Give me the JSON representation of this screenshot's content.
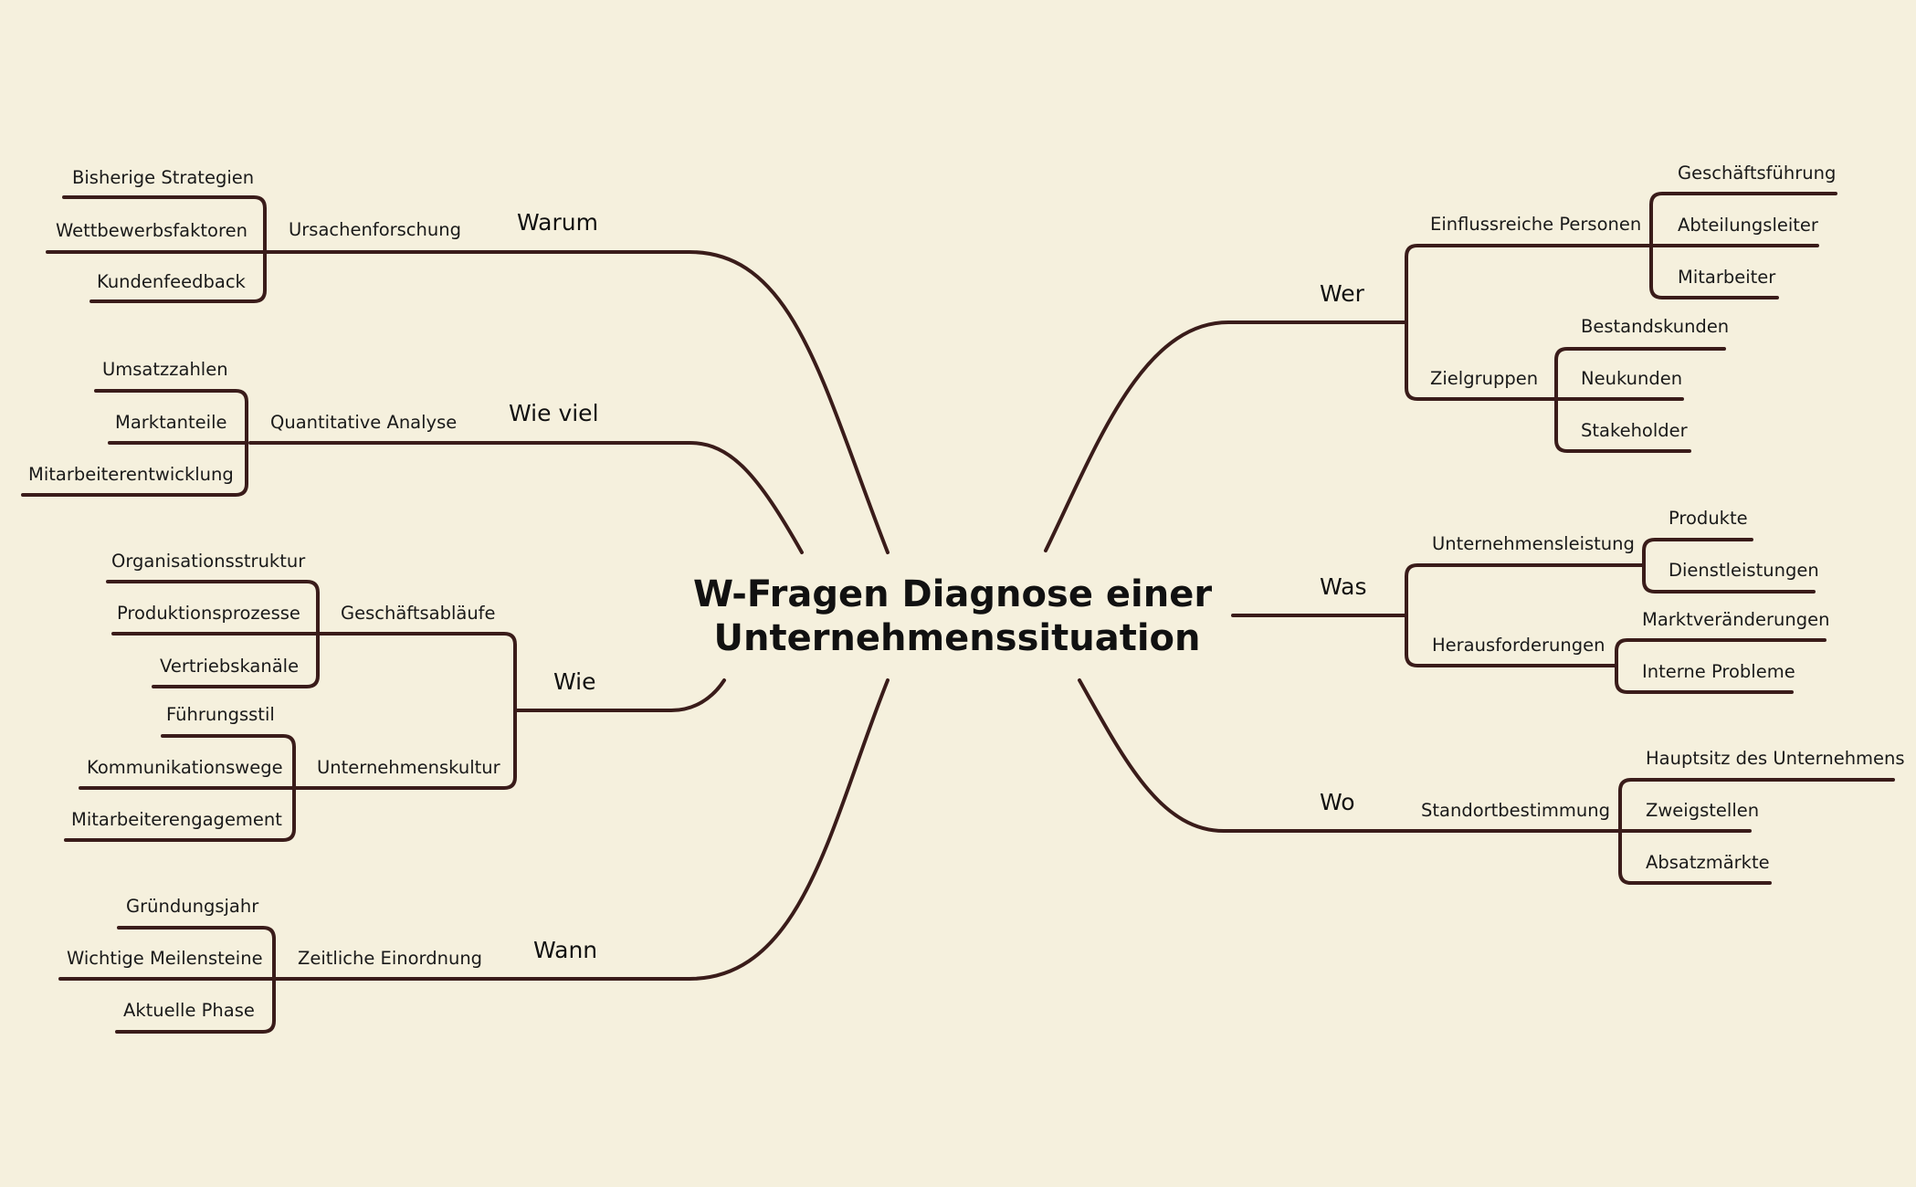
{
  "central_topic": {
    "line1": "W-Fragen Diagnose einer",
    "line2": "Unternehmenssituation"
  },
  "branches": {
    "warum": {
      "label": "Warum",
      "topics": [
        {
          "label": "Ursachenforschung",
          "items": [
            "Bisherige Strategien",
            "Wettbewerbsfaktoren",
            "Kundenfeedback"
          ]
        }
      ]
    },
    "wie_viel": {
      "label": "Wie viel",
      "topics": [
        {
          "label": "Quantitative Analyse",
          "items": [
            "Umsatzzahlen",
            "Marktanteile",
            "Mitarbeiterentwicklung"
          ]
        }
      ]
    },
    "wie": {
      "label": "Wie",
      "topics": [
        {
          "label": "Geschäftsabläufe",
          "items": [
            "Organisationsstruktur",
            "Produktionsprozesse",
            "Vertriebskanäle"
          ]
        },
        {
          "label": "Unternehmenskultur",
          "items": [
            "Führungsstil",
            "Kommunikationswege",
            "Mitarbeiterengagement"
          ]
        }
      ]
    },
    "wann": {
      "label": "Wann",
      "topics": [
        {
          "label": "Zeitliche Einordnung",
          "items": [
            "Gründungsjahr",
            "Wichtige Meilensteine",
            "Aktuelle Phase"
          ]
        }
      ]
    },
    "wer": {
      "label": "Wer",
      "topics": [
        {
          "label": "Einflussreiche Personen",
          "items": [
            "Geschäftsführung",
            "Abteilungsleiter",
            "Mitarbeiter"
          ]
        },
        {
          "label": "Zielgruppen",
          "items": [
            "Bestandskunden",
            "Neukunden",
            "Stakeholder"
          ]
        }
      ]
    },
    "was": {
      "label": "Was",
      "topics": [
        {
          "label": "Unternehmensleistung",
          "items": [
            "Produkte",
            "Dienstleistungen"
          ]
        },
        {
          "label": "Herausforderungen",
          "items": [
            "Marktveränderungen",
            "Interne Probleme"
          ]
        }
      ]
    },
    "wo": {
      "label": "Wo",
      "topics": [
        {
          "label": "Standortbestimmung",
          "items": [
            "Hauptsitz des Unternehmens",
            "Zweigstellen",
            "Absatzmärkte"
          ]
        }
      ]
    }
  },
  "colors": {
    "background": "#f5f0dd",
    "connector": "#3a1c1a",
    "text": "#111111"
  }
}
